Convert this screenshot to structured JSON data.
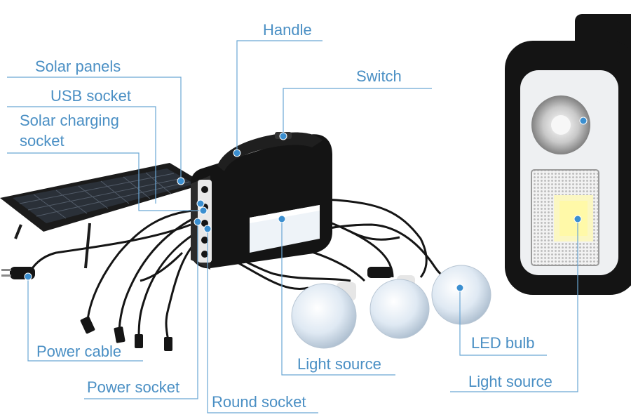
{
  "colors": {
    "label_text": "#4a8fc4",
    "leader_line": "#6aa6d4",
    "dot": "#3b8fd0",
    "device_body": "#141414",
    "bulb_glass": "#dfe9f3"
  },
  "labels": {
    "handle": "Handle",
    "solar_panels": "Solar panels",
    "usb_socket": "USB socket",
    "solar_charging_socket": "Solar charging\nsocket",
    "switch": "Switch",
    "power_cable": "Power cable",
    "power_socket": "Power socket",
    "round_socket": "Round socket",
    "light_source_bulbs": "Light source",
    "led_bulb": "LED bulb",
    "light_source_lamp": "Light source"
  }
}
